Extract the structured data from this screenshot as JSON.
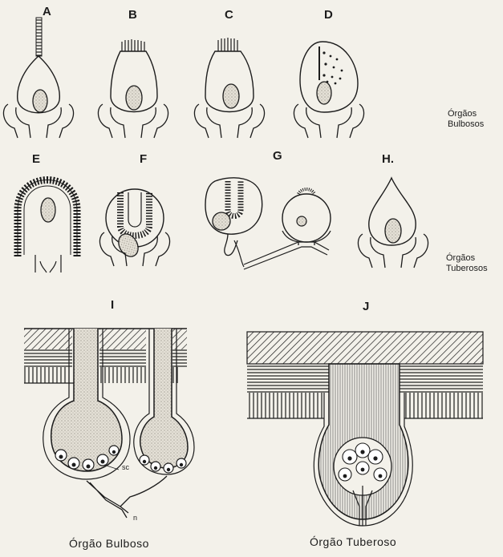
{
  "panels": {
    "A": "A",
    "B": "B",
    "C": "C",
    "D": "D",
    "E": "E",
    "F": "F",
    "G": "G",
    "H": "H.",
    "I": "I",
    "J": "J"
  },
  "side_labels": {
    "bulbosos_line1": "Órgãos",
    "bulbosos_line2": "Bulbosos",
    "tuberosos_line1": "Órgãos",
    "tuberosos_line2": "Tuberosos"
  },
  "annotations": {
    "sc": "sc",
    "n": "n"
  },
  "captions": {
    "left": "Órgão Bulboso",
    "right": "Órgão Tuberoso"
  },
  "colors": {
    "ink": "#1c1c1c",
    "paper": "#f3f1ea",
    "stipple": "#cfcac0"
  }
}
